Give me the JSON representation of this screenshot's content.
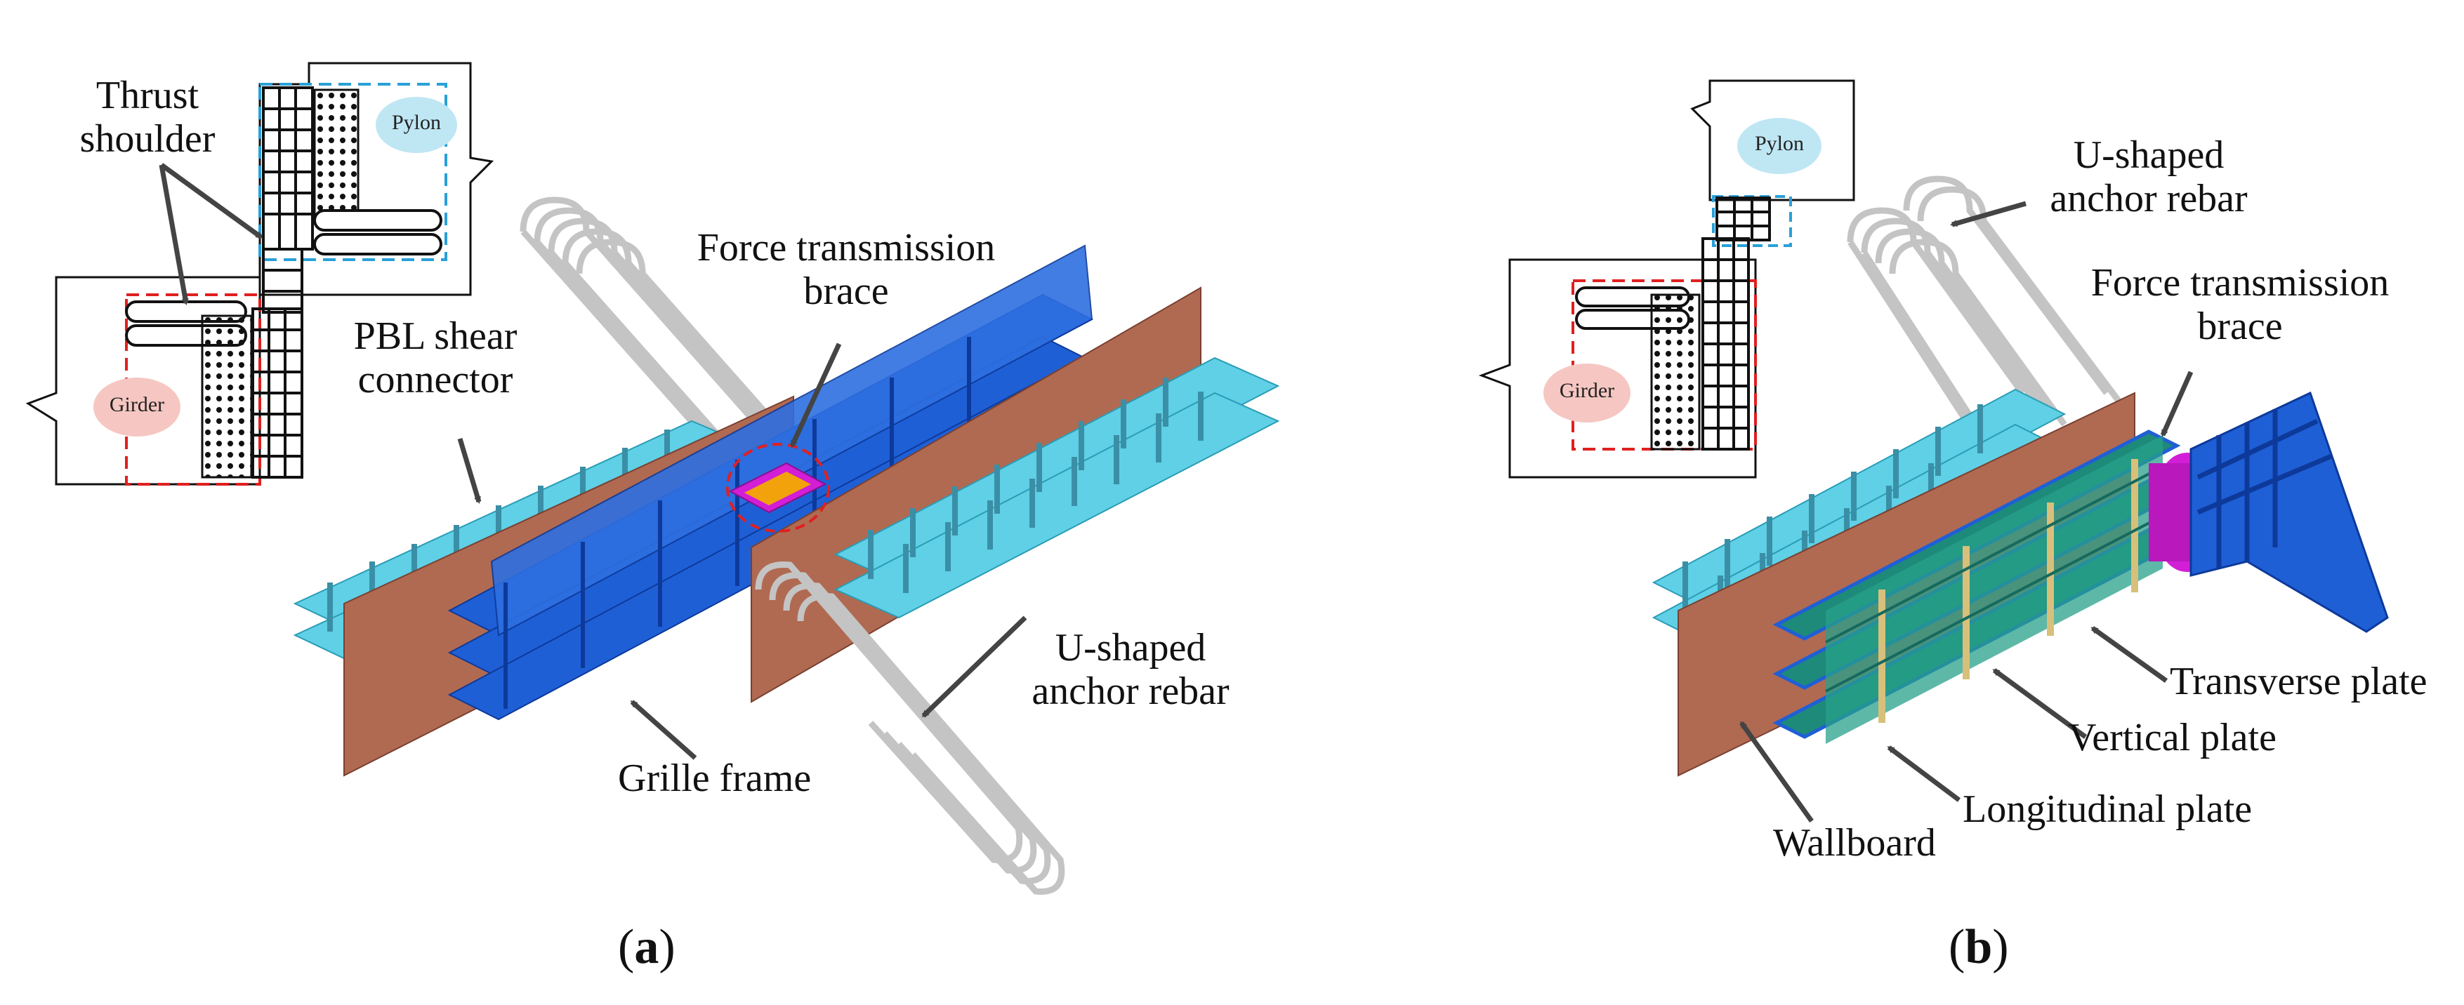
{
  "panel_a": {
    "caption_open": "(",
    "caption_letter": "a",
    "caption_close": ")",
    "labels": {
      "thrust_shoulder_1": "Thrust",
      "thrust_shoulder_2": "shoulder",
      "pylon": "Pylon",
      "girder": "Girder",
      "pbl_1": "PBL shear",
      "pbl_2": "connector",
      "force_brace_1": "Force transmission",
      "force_brace_2": "brace",
      "u_rebar_1": "U-shaped",
      "u_rebar_2": "anchor rebar",
      "grille_frame": "Grille frame"
    }
  },
  "panel_b": {
    "caption_open": "(",
    "caption_letter": "b",
    "caption_close": ")",
    "labels": {
      "pylon": "Pylon",
      "girder": "Girder",
      "u_rebar_1": "U-shaped",
      "u_rebar_2": "anchor rebar",
      "force_brace_1": "Force transmission",
      "force_brace_2": "brace",
      "transverse_plate": "Transverse plate",
      "vertical_plate": "Vertical plate",
      "longitudinal_plate": "Longitudinal plate",
      "wallboard": "Wallboard"
    }
  },
  "colors": {
    "steel_blue": "#1f5fd6",
    "steel_blue_dark": "#0d3a9a",
    "connector_cyan": "#5fd0e6",
    "wallboard_brown": "#b06a52",
    "brace_magenta": "#d21fd6",
    "brace_core_orange": "#f2a20a",
    "rebar_gray": "#c4c4c4",
    "plate_green": "#1e8a7a",
    "plate_tan": "#d8c07a",
    "dash_red": "#e02020",
    "dash_blue": "#29a0d8",
    "pylon_bubble": "#bfe6f3",
    "girder_bubble": "#f6c7c2"
  }
}
